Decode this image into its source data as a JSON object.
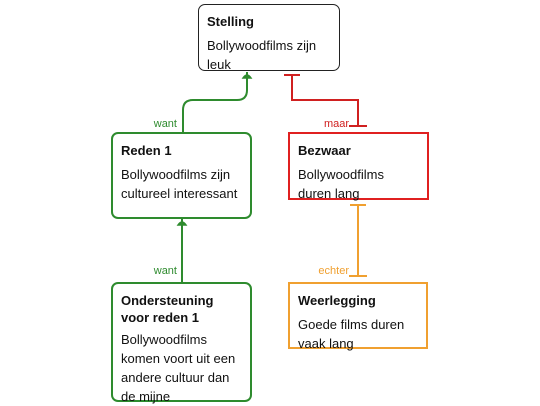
{
  "nodes": {
    "stelling": {
      "title": "Stelling",
      "text": "Bollywoodfilms zijn leuk"
    },
    "reden1": {
      "title": "Reden 1",
      "text": "Bollywoodfilms zijn cultureel interessant"
    },
    "ondersteuning": {
      "title": "Ondersteuning voor reden 1",
      "text": "Bollywoodfilms komen voort uit een andere cultuur dan de mijne"
    },
    "bezwaar": {
      "title": "Bezwaar",
      "text": "Bollywoodfilms duren lang"
    },
    "weerlegging": {
      "title": "Weerlegging",
      "text": "Goede films duren vaak lang"
    }
  },
  "edges": {
    "reden_to_stelling": {
      "label": "want"
    },
    "ondersteuning_to_reden": {
      "label": "want"
    },
    "bezwaar_to_stelling": {
      "label": "maar"
    },
    "weerlegging_to_bezwaar": {
      "label": "echter"
    }
  },
  "colors": {
    "support": "#2e8b2e",
    "objection": "#e02020",
    "rebuttal": "#f0a030",
    "claim": "#222222"
  }
}
